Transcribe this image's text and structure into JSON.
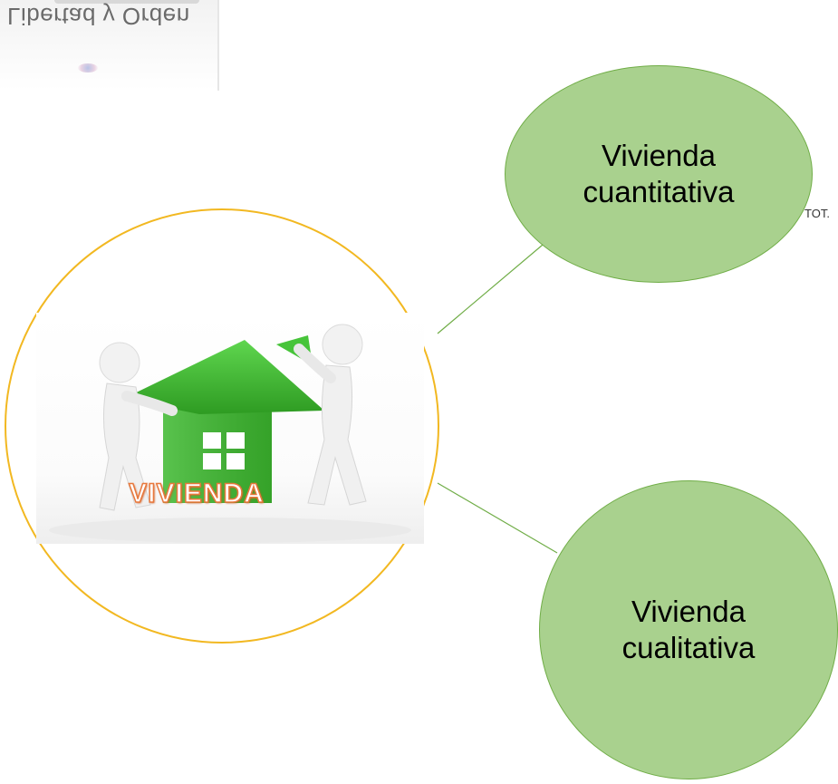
{
  "watermark": {
    "text": "Libertad y Orden"
  },
  "center": {
    "label": "VIVIENDA",
    "image_icon": "people-building-house-illustration"
  },
  "nodes": [
    {
      "label": "Vivienda\ncuantitativa"
    },
    {
      "label": "Vivienda\ncualitativa"
    }
  ],
  "stray_text": "TOT.",
  "colors": {
    "node_fill": "#a9d18e",
    "node_border": "#70ad47",
    "main_circle_border": "#f2b821",
    "connector": "#70ad47",
    "house_green": "#3cb82e",
    "label_outline": "#e8783c"
  }
}
